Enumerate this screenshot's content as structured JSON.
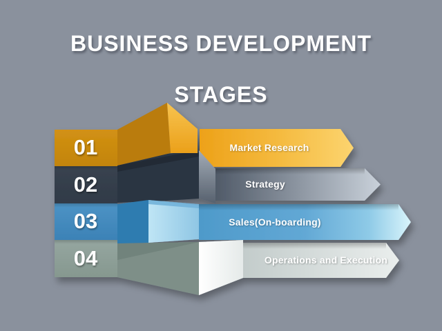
{
  "background_color": "#8A919D",
  "title": {
    "line1": "BUSINESS DEVELOPMENT",
    "line2": "STAGES",
    "color": "#FFFFFF"
  },
  "stages": [
    {
      "number": "01",
      "label": "Market Research",
      "block_color": "#CB8A10",
      "arrow_color": "#F2B136",
      "fold_dark": "#BA7B08",
      "fold_light": "#F7C34F"
    },
    {
      "number": "02",
      "label": "Strategy",
      "block_color": "#353F4D",
      "arrow_color": "#7A8492",
      "fold_dark": "#2B3542",
      "fold_light": "#A2ABB6"
    },
    {
      "number": "03",
      "label": "Sales(On-boarding)",
      "block_color": "#4289BE",
      "arrow_color": "#62A9D6",
      "fold_dark": "#2E7BB0",
      "fold_light": "#BFE5F5"
    },
    {
      "number": "04",
      "label": "Operations and Execution",
      "block_color": "#8D9F99",
      "arrow_color": "#D4DBDA",
      "fold_dark": "#7E8F88",
      "fold_light": "#FFFFFF"
    }
  ]
}
